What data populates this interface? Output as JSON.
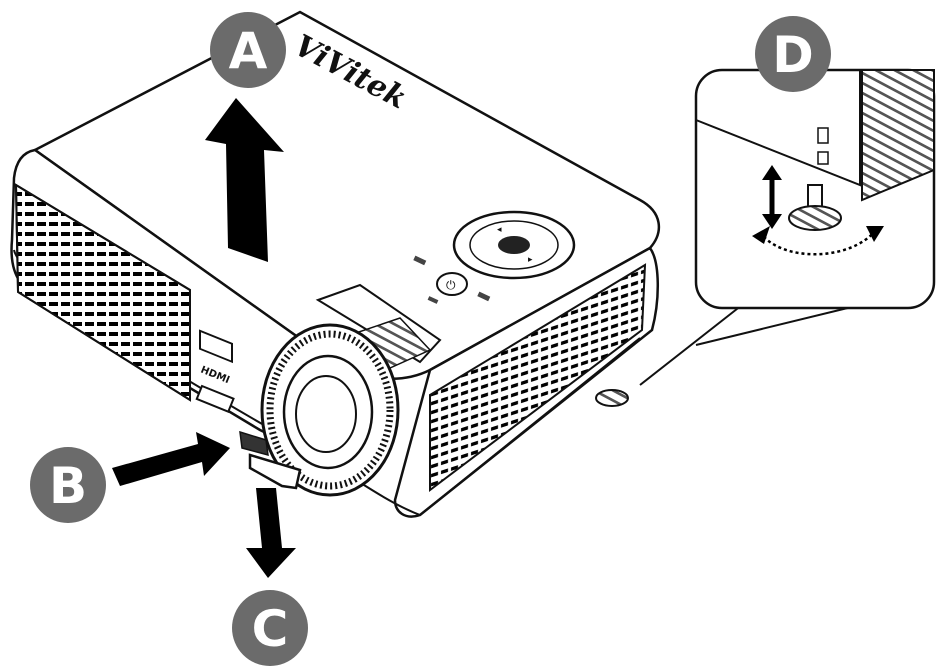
{
  "callouts": {
    "a": "A",
    "b": "B",
    "c": "C",
    "d": "D"
  },
  "projector": {
    "brand": "ViVitek",
    "port_label": "HDMI"
  },
  "colors": {
    "badge": "#6b6b6b",
    "line": "#111111",
    "arrow": "#000000"
  }
}
